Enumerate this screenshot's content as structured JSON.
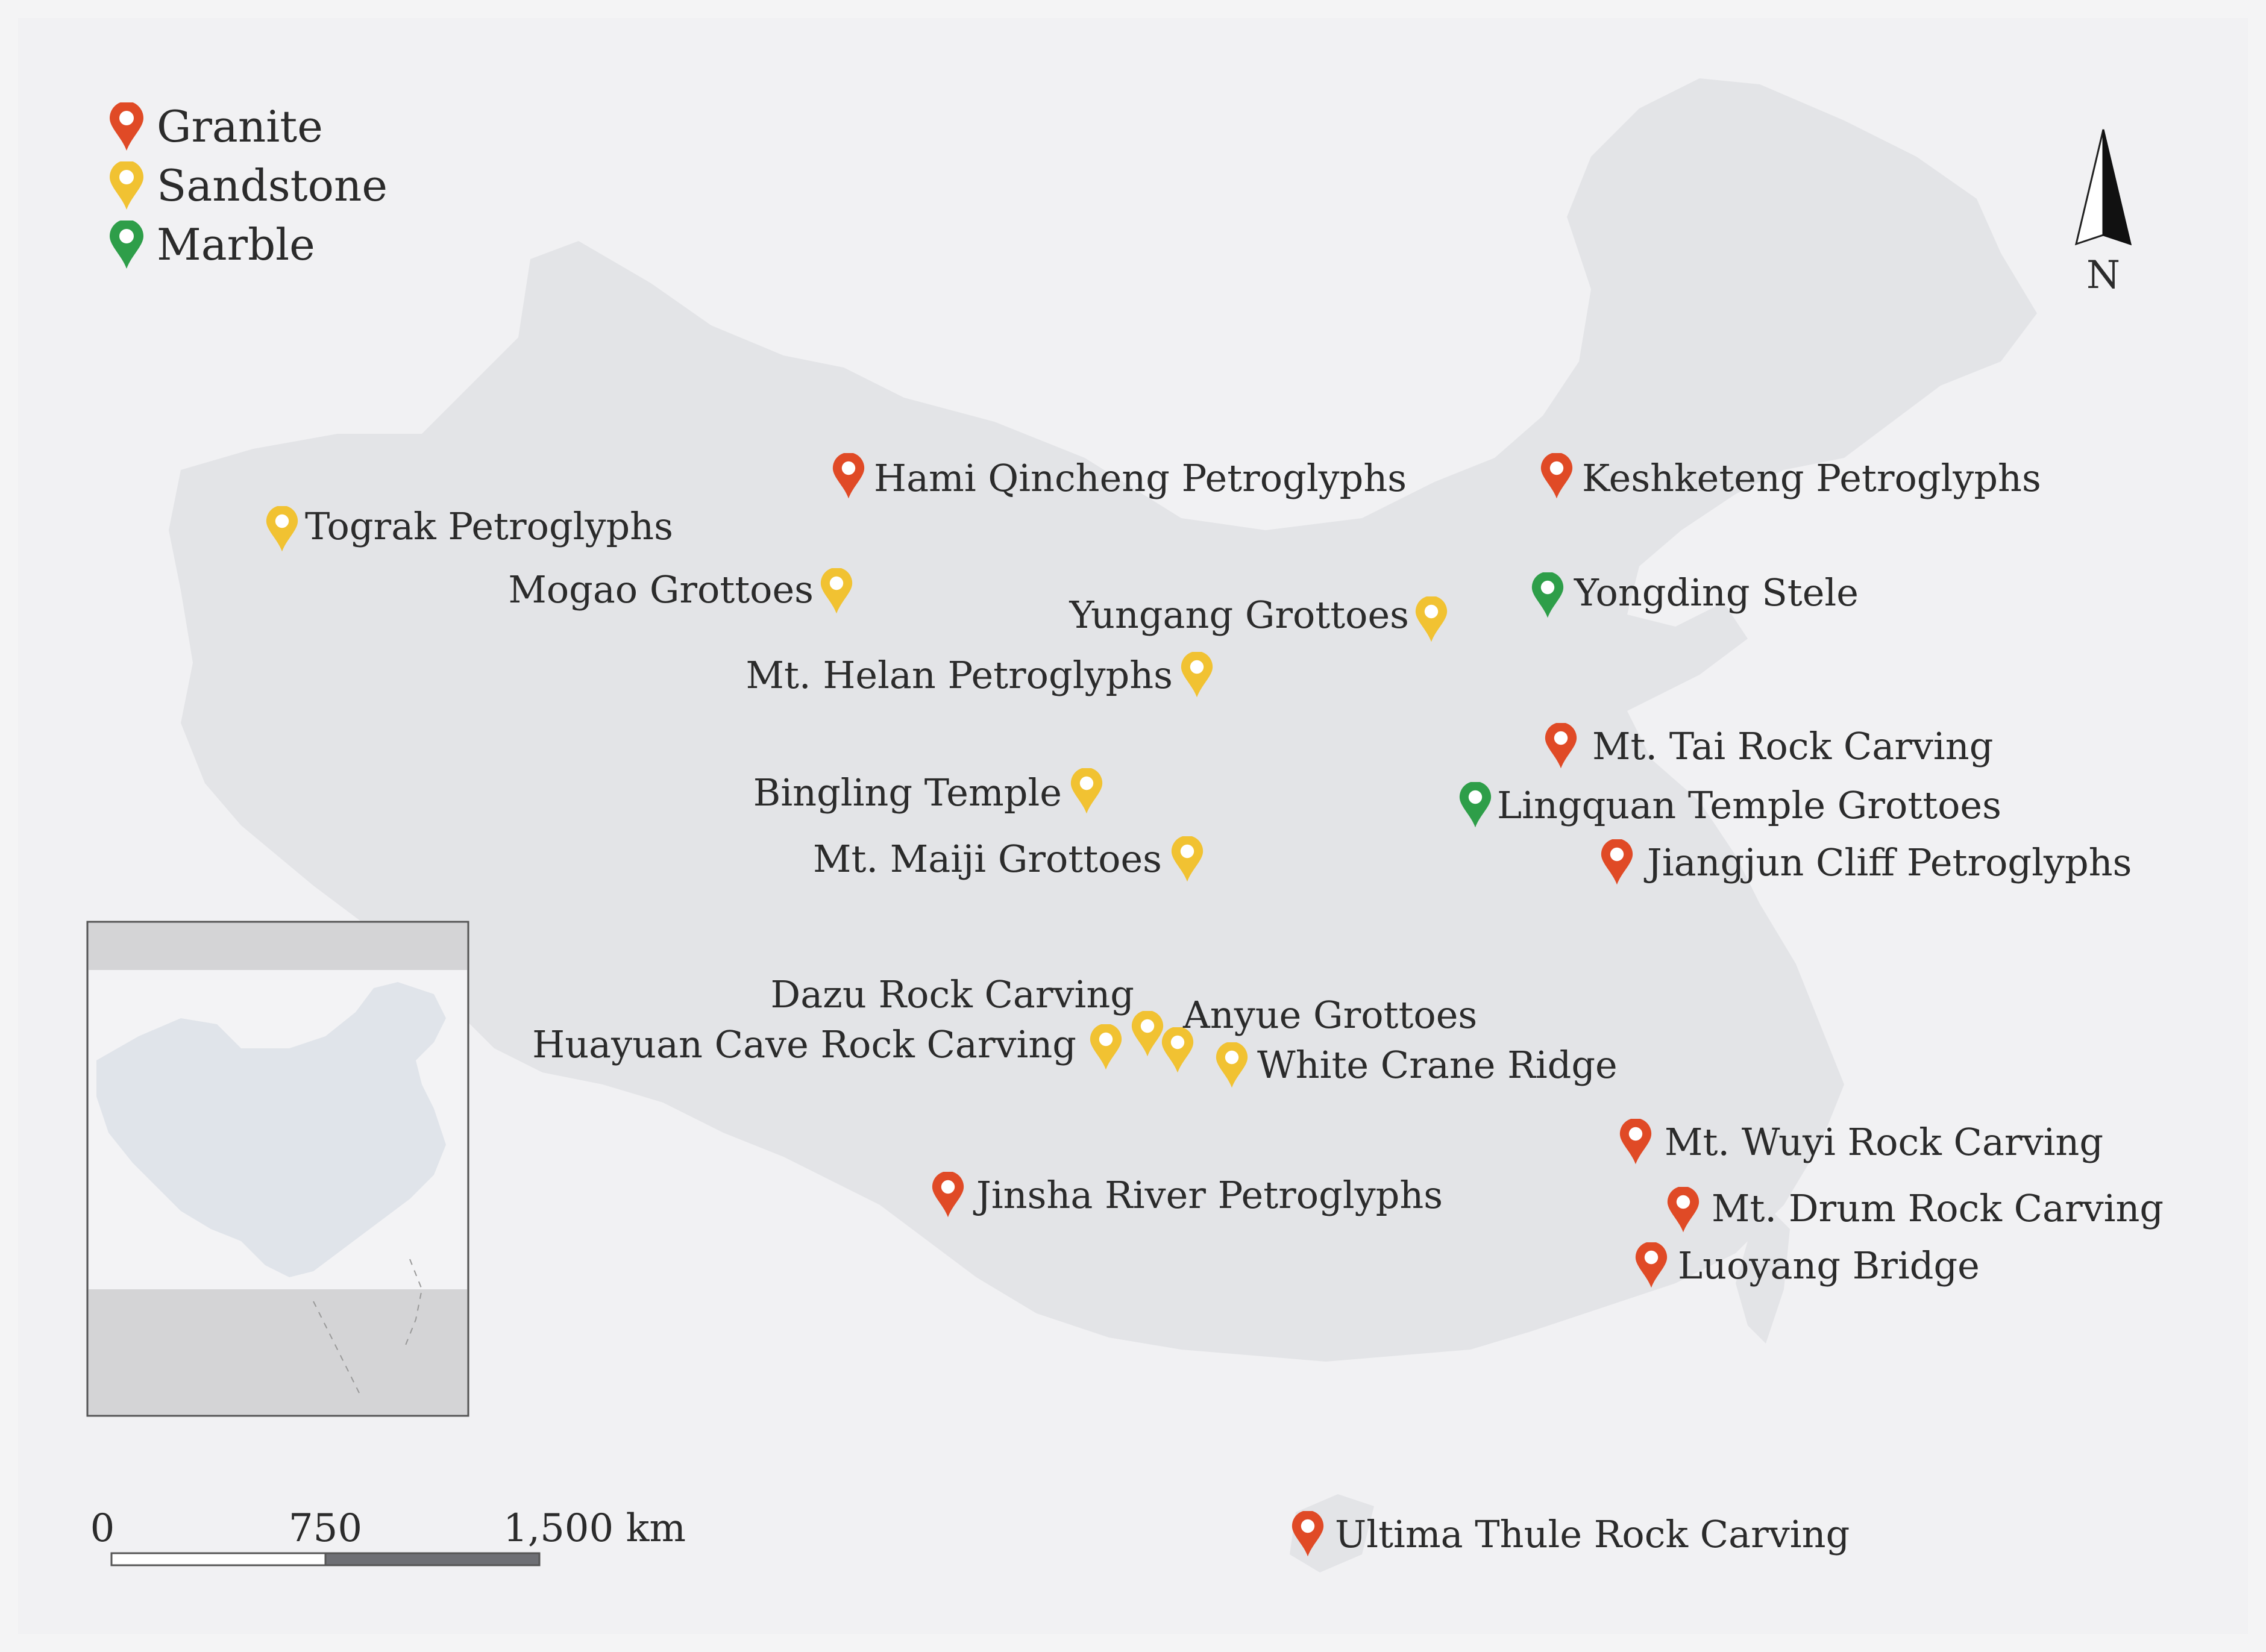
{
  "colors": {
    "granite": "#e04a26",
    "sandstone": "#f1c232",
    "marble": "#2e9e49",
    "land": "#e3e4e7",
    "background": "#f4f4f5"
  },
  "legend": [
    {
      "key": "granite",
      "label": "Granite"
    },
    {
      "key": "sandstone",
      "label": "Sandstone"
    },
    {
      "key": "marble",
      "label": "Marble"
    }
  ],
  "north_label": "N",
  "scale": {
    "labels": [
      "0",
      "750",
      "1,500 km"
    ]
  },
  "sites": [
    {
      "name": "Hami Qincheng Petroglyphs",
      "type": "granite"
    },
    {
      "name": "Keshketeng Petroglyphs",
      "type": "granite"
    },
    {
      "name": "Tograk Petroglyphs",
      "type": "sandstone"
    },
    {
      "name": "Mogao Grottoes",
      "type": "sandstone"
    },
    {
      "name": "Yongding Stele",
      "type": "marble"
    },
    {
      "name": "Yungang Grottoes",
      "type": "sandstone"
    },
    {
      "name": "Mt. Helan Petroglyphs",
      "type": "sandstone"
    },
    {
      "name": "Mt. Tai Rock Carving",
      "type": "granite"
    },
    {
      "name": "Bingling Temple",
      "type": "sandstone"
    },
    {
      "name": "Lingquan Temple Grottoes",
      "type": "marble"
    },
    {
      "name": "Mt. Maiji Grottoes",
      "type": "sandstone"
    },
    {
      "name": "Jiangjun Cliff Petroglyphs",
      "type": "granite"
    },
    {
      "name": "Dazu Rock Carving",
      "type": "sandstone"
    },
    {
      "name": "Anyue Grottoes",
      "type": "sandstone"
    },
    {
      "name": "Huayuan Cave Rock Carving",
      "type": "sandstone"
    },
    {
      "name": "White Crane Ridge",
      "type": "sandstone"
    },
    {
      "name": "Mt. Wuyi Rock Carving",
      "type": "granite"
    },
    {
      "name": "Jinsha River Petroglyphs",
      "type": "granite"
    },
    {
      "name": "Mt. Drum Rock Carving",
      "type": "granite"
    },
    {
      "name": "Luoyang Bridge",
      "type": "granite"
    },
    {
      "name": "Ultima Thule Rock Carving",
      "type": "granite"
    }
  ]
}
